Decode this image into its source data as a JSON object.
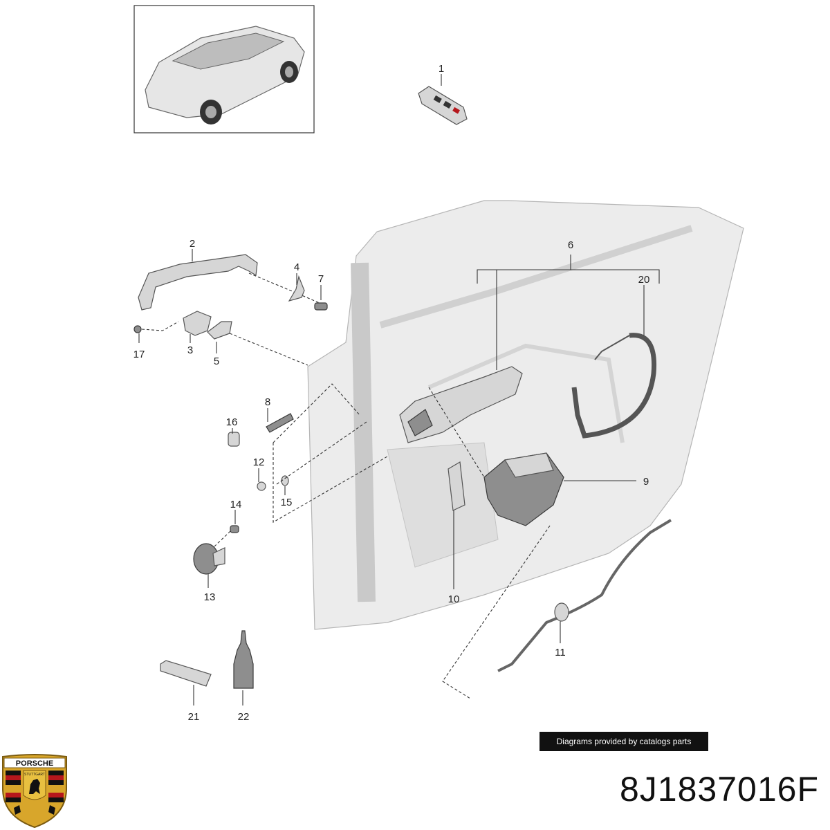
{
  "diagram": {
    "callouts": [
      "1",
      "2",
      "3",
      "4",
      "5",
      "6",
      "7",
      "8",
      "9",
      "10",
      "11",
      "12",
      "13",
      "14",
      "15",
      "16",
      "17",
      "20",
      "21",
      "22"
    ]
  },
  "credit": {
    "text": "Diagrams provided by catalogs parts"
  },
  "part_number": "8J1837016F",
  "brand": {
    "crest_text": "PORSCHE",
    "crest_subtext": "STUTTGART"
  },
  "colors": {
    "crest_gold": "#d8a62b",
    "crest_red": "#b5171c",
    "crest_black": "#111111"
  }
}
